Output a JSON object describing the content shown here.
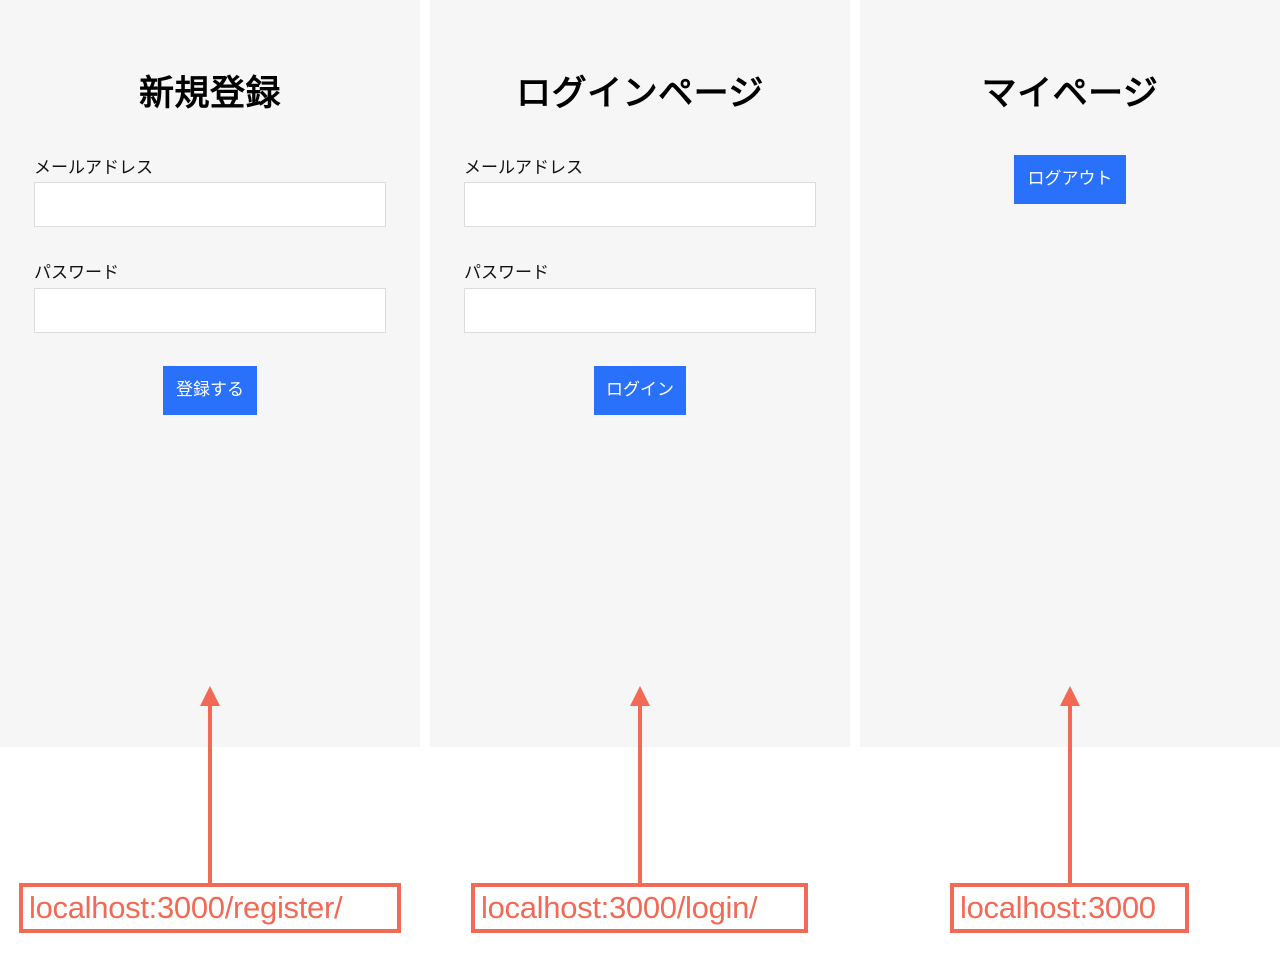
{
  "colors": {
    "panel_bg": "#f6f6f6",
    "button_blue": "#2970fb",
    "annotation_red": "#f26a55",
    "input_border": "#dcdcdc"
  },
  "panels": [
    {
      "title": "新規登録",
      "email_label": "メールアドレス",
      "email_value": "",
      "password_label": "パスワード",
      "password_value": "",
      "button_label": "登録する",
      "url": "localhost:3000/register/"
    },
    {
      "title": "ログインページ",
      "email_label": "メールアドレス",
      "email_value": "",
      "password_label": "パスワード",
      "password_value": "",
      "button_label": "ログイン",
      "url": "localhost:3000/login/"
    },
    {
      "title": "マイページ",
      "button_label": "ログアウト",
      "url": "localhost:3000"
    }
  ]
}
